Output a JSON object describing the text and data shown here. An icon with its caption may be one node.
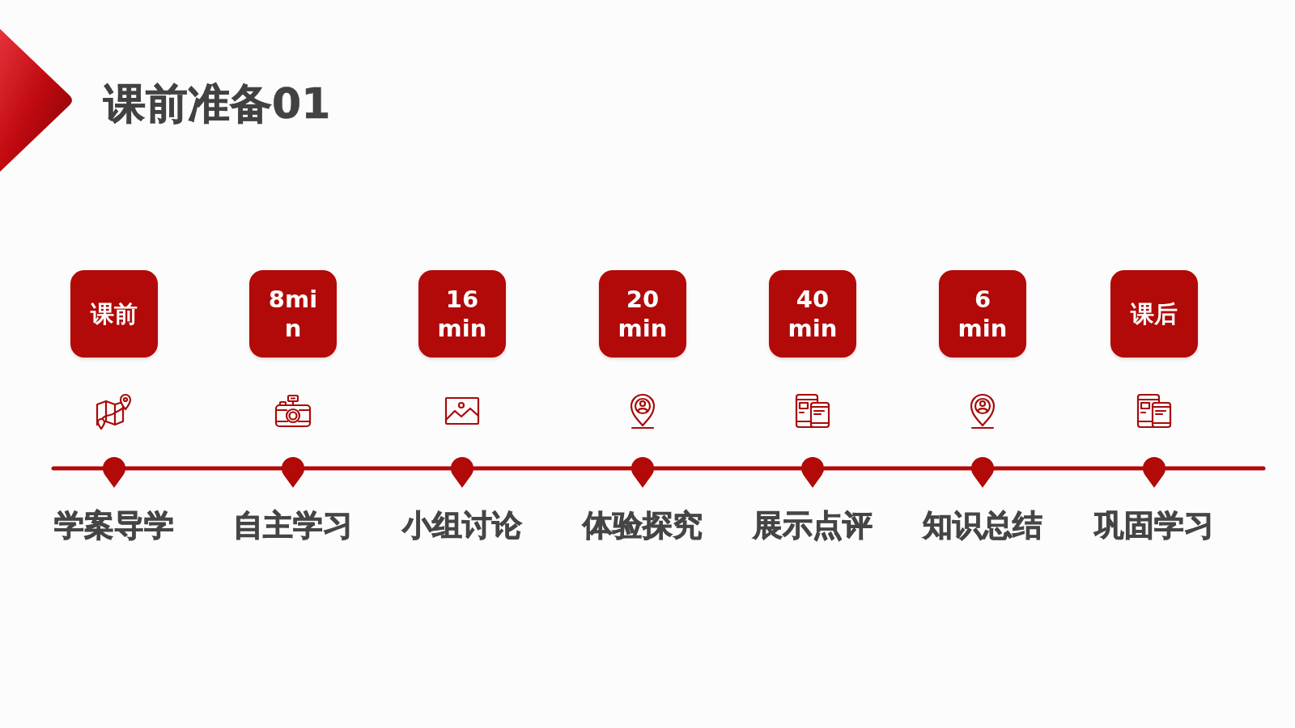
{
  "diagram": {
    "title": "课前准备01",
    "nodes": [
      {
        "text": [
          "课前"
        ]
      },
      {
        "text": [
          "8min"
        ]
      },
      {
        "text": [
          "16 min"
        ]
      },
      {
        "text": [
          "20 min"
        ]
      },
      {
        "text": [
          "40 min"
        ]
      },
      {
        "text": [
          "6 min"
        ]
      },
      {
        "text": [
          "课后"
        ]
      }
    ],
    "labels": [
      "学案导学",
      "自主学习",
      "小组讨论",
      "体验探究",
      "展示点评",
      "知识总结",
      "巩固学习"
    ]
  }
}
